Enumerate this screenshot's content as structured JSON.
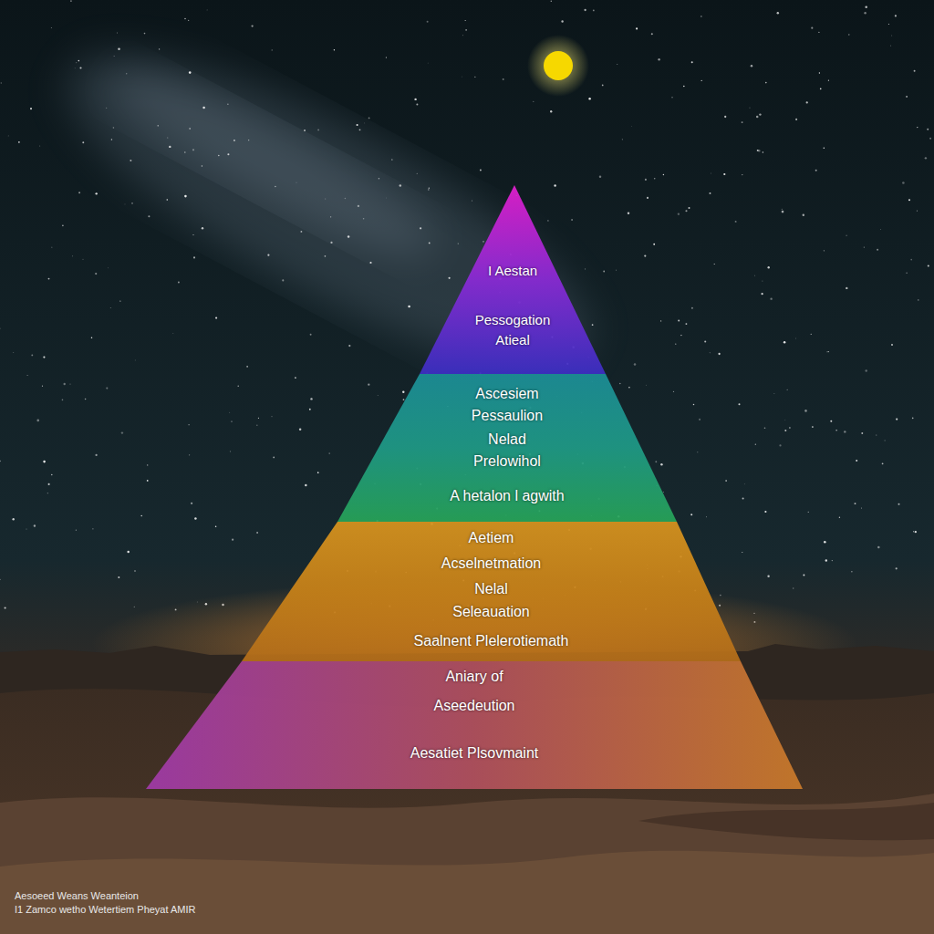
{
  "diagram": {
    "nodes": [
      {
        "text": [
          "I Aestan",
          "Pessogation",
          "Atieal"
        ]
      },
      {
        "text": [
          "Ascesiem",
          "Pessaulion",
          "Nelad",
          "Prelowihol",
          "A hetalon l agwith"
        ]
      },
      {
        "text": [
          "Aetiem",
          "Acselnetmation",
          "Nelal",
          "Seleauation",
          "Saalnent Plelerotiemath"
        ]
      },
      {
        "text": [
          "Aniary of",
          "Aseedeution",
          "Aesatiet Plsovmaint"
        ]
      }
    ],
    "labels": [
      "Aesoeed Weans Weanteion",
      "I1 Zamco wetho Wetertiem Pheyat AMIR"
    ]
  }
}
